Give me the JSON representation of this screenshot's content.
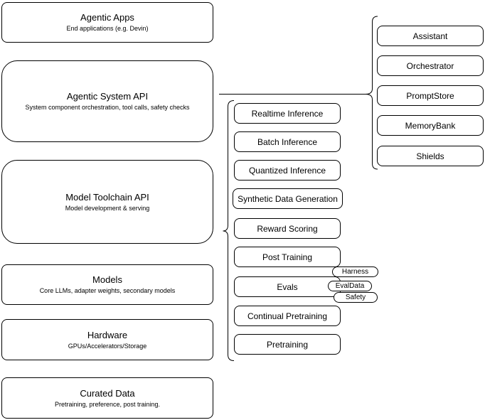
{
  "diagram": {
    "left_column": [
      {
        "title": "Agentic Apps",
        "subtitle": "End applications (e.g. Devin)"
      },
      {
        "title": "Agentic System API",
        "subtitle": "System component orchestration, tool calls, safety checks"
      },
      {
        "title": "Model Toolchain API",
        "subtitle": "Model development & serving"
      },
      {
        "title": "Models",
        "subtitle": "Core LLMs, adapter weights, secondary models"
      },
      {
        "title": "Hardware",
        "subtitle": "GPUs/Accelerators/Storage"
      },
      {
        "title": "Curated Data",
        "subtitle": "Pretraining, preference, post training."
      }
    ],
    "middle_column": [
      "Realtime Inference",
      "Batch Inference",
      "Quantized Inference",
      "Synthetic Data Generation",
      "Reward Scoring",
      "Post Training",
      "Evals",
      "Continual Pretraining",
      "Pretraining"
    ],
    "eval_pills": [
      "Harness",
      "EvalData",
      "Safety"
    ],
    "right_column": [
      "Assistant",
      "Orchestrator",
      "PromptStore",
      "MemoryBank",
      "Shields"
    ],
    "colors": {
      "stroke": "#000000",
      "fill": "#ffffff",
      "text": "#000000"
    }
  }
}
